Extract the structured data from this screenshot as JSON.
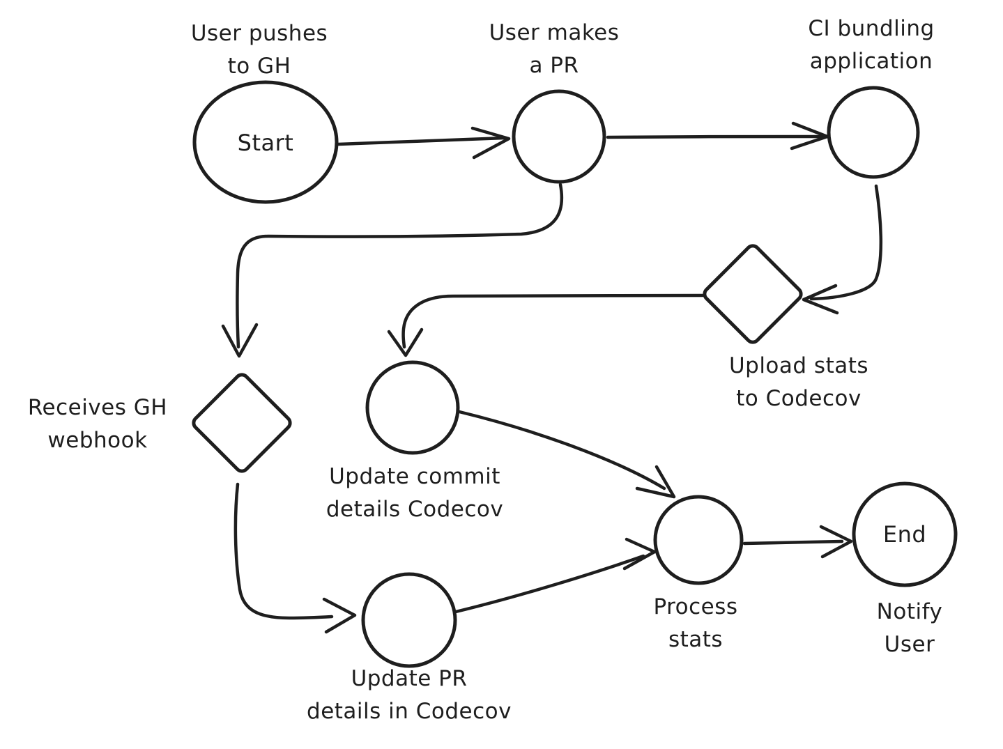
{
  "diagram": {
    "background_color": "#ffffff",
    "stroke_color": "#1e1e1e",
    "nodes": {
      "start": {
        "shape": "ellipse",
        "label": "Start",
        "caption": "User pushes\nto GH",
        "caption_position": "above"
      },
      "pr": {
        "shape": "circle",
        "label": "",
        "caption": "User makes\na PR",
        "caption_position": "above"
      },
      "ci": {
        "shape": "circle",
        "label": "",
        "caption": "CI bundling\napplication",
        "caption_position": "above"
      },
      "upload": {
        "shape": "diamond",
        "label": "",
        "caption": "Upload stats\nto Codecov",
        "caption_position": "below"
      },
      "webhook": {
        "shape": "diamond",
        "label": "",
        "caption": "Receives GH\nwebhook",
        "caption_position": "left"
      },
      "update_commit": {
        "shape": "circle",
        "label": "",
        "caption": "Update commit\ndetails Codecov",
        "caption_position": "below"
      },
      "update_pr": {
        "shape": "circle",
        "label": "",
        "caption": "Update PR\ndetails in Codecov",
        "caption_position": "below"
      },
      "process": {
        "shape": "circle",
        "label": "",
        "caption": "Process\nstats",
        "caption_position": "below"
      },
      "end": {
        "shape": "circle",
        "label": "End",
        "caption": "Notify User",
        "caption_position": "below"
      }
    },
    "edges": [
      {
        "from": "start",
        "to": "pr"
      },
      {
        "from": "pr",
        "to": "ci"
      },
      {
        "from": "pr",
        "to": "webhook"
      },
      {
        "from": "ci",
        "to": "upload"
      },
      {
        "from": "upload",
        "to": "update_commit"
      },
      {
        "from": "webhook",
        "to": "update_pr"
      },
      {
        "from": "update_commit",
        "to": "process"
      },
      {
        "from": "update_pr",
        "to": "process"
      },
      {
        "from": "process",
        "to": "end"
      }
    ]
  }
}
